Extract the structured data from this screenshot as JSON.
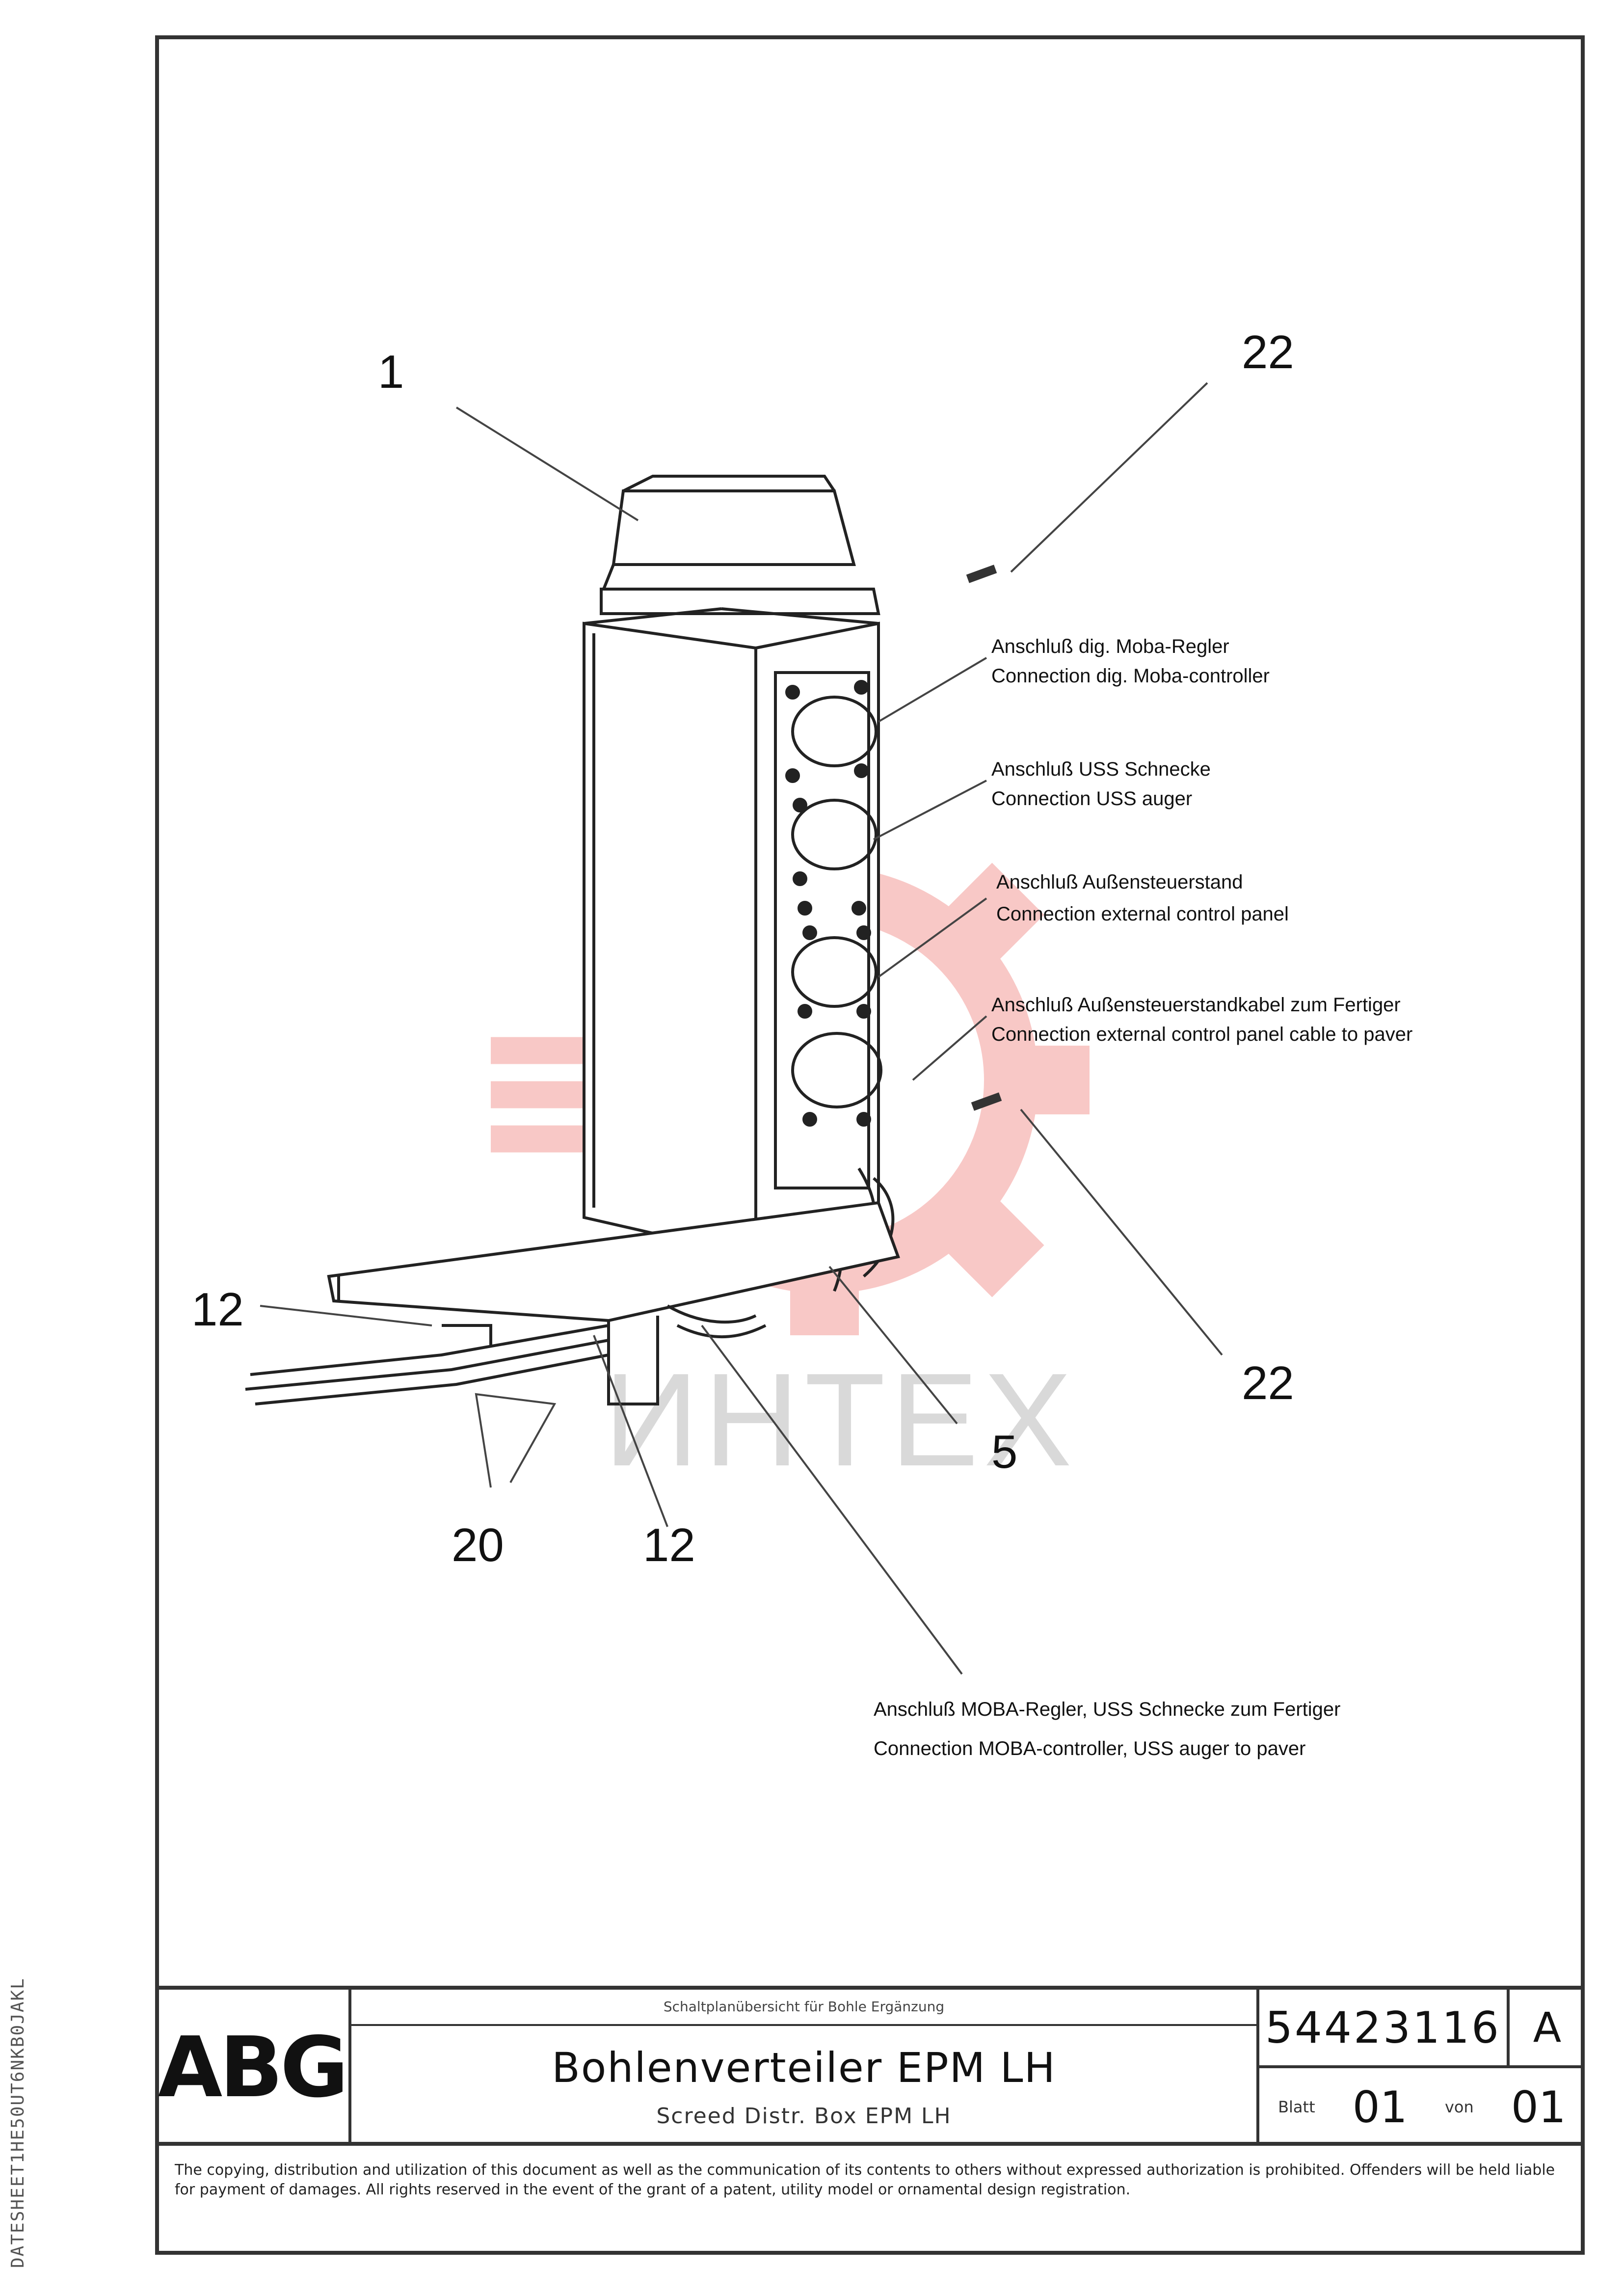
{
  "drawing": {
    "callout_labels": [
      "1",
      "22",
      "22",
      "12",
      "12",
      "20",
      "5"
    ],
    "annotations": [
      {
        "de": "Anschluß dig. Moba-Regler",
        "en": "Connection dig. Moba-controller"
      },
      {
        "de": "Anschluß USS Schnecke",
        "en": "Connection USS auger"
      },
      {
        "de": "Anschluß Außensteuerstand",
        "en": "Connection external control panel"
      },
      {
        "de": "Anschluß Außensteuerstandkabel zum Fertiger",
        "en": "Connection external control panel cable to paver"
      },
      {
        "de": "Anschluß MOBA-Regler, USS Schnecke zum Fertiger",
        "en": "Connection MOBA-controller, USS auger to paver"
      }
    ],
    "watermark": "ИНТЕХ"
  },
  "title_block": {
    "logo": "ABG",
    "small_header": "Schaltplanübersicht für Bohle Ergänzung",
    "title": "Bohlenverteiler EPM LH",
    "subtitle": "Screed Distr. Box EPM LH",
    "drawing_number": "54423116",
    "revision": "A",
    "sheet_label": "Blatt",
    "sheet_number": "01",
    "of_label": "von",
    "sheet_total": "01",
    "note": "The copying, distribution and utilization of this document as well as the communication of its contents to others without expressed authorization is prohibited. Offenders will be held liable for payment of damages. All rights reserved in the event of the grant of a patent, utility model or ornamental design registration."
  },
  "side_code": "DATESHEET1HE50UT6NKB0JAKL"
}
